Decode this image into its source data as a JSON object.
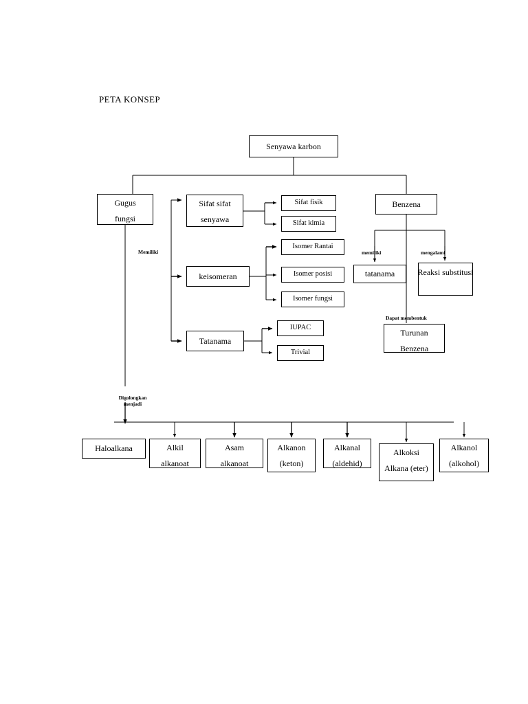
{
  "document": {
    "title": "PETA KONSEP"
  },
  "diagram": {
    "type": "concept-map",
    "root": {
      "label": "Senyawa karbon"
    },
    "level1": [
      {
        "id": "gugus-fungsi",
        "line1": "Gugus",
        "line2": "fungsi"
      },
      {
        "id": "benzena",
        "line1": "Benzena",
        "line2": ""
      }
    ],
    "gugus_branch_label": "Memiliki",
    "gugus_children": [
      {
        "id": "sifat-sifat-senyawa",
        "line1": "Sifat sifat",
        "line2": "senyawa"
      },
      {
        "id": "keisomeran",
        "line1": "keisomeran",
        "line2": ""
      },
      {
        "id": "tatanama",
        "line1": "Tatanama",
        "line2": ""
      }
    ],
    "sifat_children": [
      {
        "id": "sifat-fisik",
        "label": "Sifat fisik"
      },
      {
        "id": "sifat-kimia",
        "label": "Sifat kimia"
      }
    ],
    "keisomeran_children": [
      {
        "id": "isomer-rantai",
        "label": "Isomer Rantai"
      },
      {
        "id": "isomer-posisi",
        "label": "Isomer posisi"
      },
      {
        "id": "isomer-fungsi",
        "label": "Isomer fungsi"
      }
    ],
    "tatanama_children": [
      {
        "id": "iupac",
        "label": "IUPAC"
      },
      {
        "id": "trivial",
        "label": "Trivial"
      }
    ],
    "benzena_branches": [
      {
        "id": "benzena-tatanama",
        "edge_label": "memiliki",
        "label": "tatanama"
      },
      {
        "id": "reaksi-substitusi",
        "edge_label": "mengalami",
        "label": "Reaksi substitusi"
      }
    ],
    "benzena_bottom": {
      "edge_label": "Dapat membentuk",
      "line1": "Turunan",
      "line2": "Benzena"
    },
    "classification_label_line1": "Digolongkan",
    "classification_label_line2": "menjadi",
    "classification_children": [
      {
        "id": "haloalkana",
        "line1": "Haloalkana",
        "line2": ""
      },
      {
        "id": "alkil-alkanoat",
        "line1": "Alkil",
        "line2": "alkanoat"
      },
      {
        "id": "asam-alkanoat",
        "line1": "Asam",
        "line2": "alkanoat"
      },
      {
        "id": "alkanon",
        "line1": "Alkanon",
        "line2": "(keton)"
      },
      {
        "id": "alkanal",
        "line1": "Alkanal",
        "line2": "(aldehid)"
      },
      {
        "id": "alkoksi-alkana",
        "line1": "Alkoksi",
        "line2": "Alkana (eter)"
      },
      {
        "id": "alkanol",
        "line1": "Alkanol",
        "line2": "(alkohol)"
      }
    ]
  },
  "colors": {
    "stroke": "#000000",
    "background": "#ffffff",
    "text": "#000000"
  }
}
